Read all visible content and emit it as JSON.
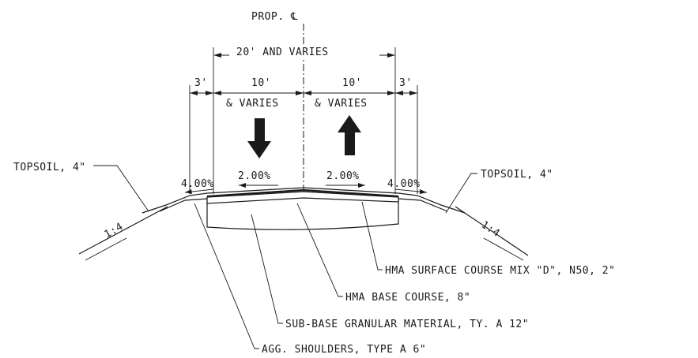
{
  "centerline": {
    "label": "PROP. ℄"
  },
  "dimensions": {
    "overall": "20' AND VARIES",
    "shoulder_left": "3'",
    "shoulder_right": "3'",
    "lane_left": {
      "width": "10'",
      "note": "& VARIES"
    },
    "lane_right": {
      "width": "10'",
      "note": "& VARIES"
    }
  },
  "slopes": {
    "shoulder_left": "4.00%",
    "lane_left": "2.00%",
    "lane_right": "2.00%",
    "shoulder_right": "4.00%",
    "side_left": "1:4",
    "side_right": "1:4"
  },
  "callouts": {
    "topsoil_left": "TOPSOIL, 4\"",
    "topsoil_right": "TOPSOIL, 4\"",
    "surface": "HMA SURFACE COURSE MIX \"D\", N50, 2\"",
    "base": "HMA BASE COURSE, 8\"",
    "subbase": "SUB-BASE GRANULAR MATERIAL, TY. A 12\"",
    "shoulders": "AGG. SHOULDERS, TYPE A 6\""
  }
}
